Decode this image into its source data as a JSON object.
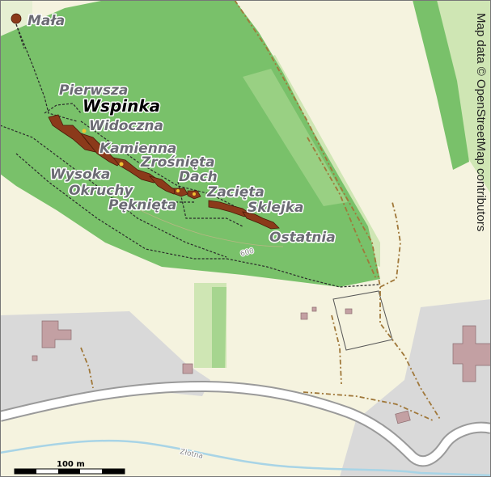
{
  "map": {
    "labels": {
      "mala": "Mała",
      "pierwsza": "Pierwsza",
      "wspinka": "Wspinka",
      "widoczna": "Widoczna",
      "kamienna": "Kamienna",
      "zrosnieta": "Zrośnięta",
      "wysoka": "Wysoka",
      "dach": "Dach",
      "okruchy": "Okruchy",
      "zacieta": "Zacięta",
      "peknieta": "Pęknięta",
      "sklejka": "Sklejka",
      "ostatnia": "Ostatnia"
    },
    "contour_label": "600",
    "stream_label": "Złotna",
    "attribution": "Map data © OpenStreetMap contributors",
    "scale_bar": {
      "label": "100 m"
    },
    "colors": {
      "background": "#f5f3df",
      "forest": "#79c16a",
      "meadow": "#cfe6b4",
      "residential": "#d9d9d9",
      "rock": "#8b3a1a",
      "road_casing": "#9a9a9a",
      "road_fill": "#ffffff",
      "track": "#a0783a",
      "stream": "#a8d4e6",
      "building": "#c3a0a3"
    }
  }
}
